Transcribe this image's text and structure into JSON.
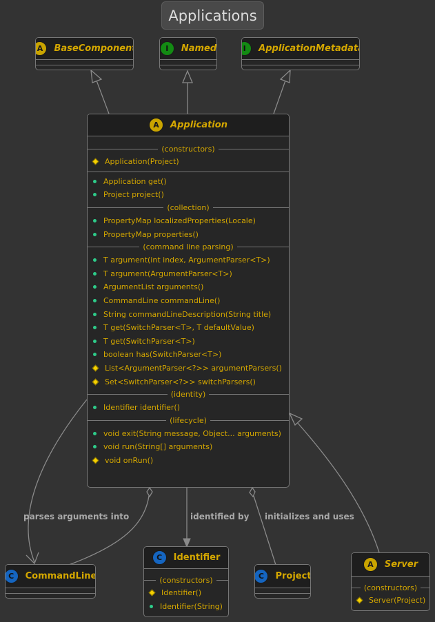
{
  "title": "Applications",
  "colors": {
    "background": "#333333",
    "text": "#d4a700",
    "badge_abstract": "#c9a400",
    "badge_interface": "#138a13",
    "badge_class": "#1565c0",
    "public_member": "#2ecc8a",
    "protected_member": "#f5d000"
  },
  "parents": [
    {
      "badge": "A",
      "name": "BaseComponent"
    },
    {
      "badge": "I",
      "name": "Named"
    },
    {
      "badge": "I",
      "name": "ApplicationMetadata"
    }
  ],
  "application": {
    "badge": "A",
    "name": "Application",
    "sections": [
      {
        "title": "(constructors)",
        "members": [
          {
            "vis": "protected",
            "text": "Application(Project)"
          }
        ]
      },
      {
        "title": "",
        "members": [
          {
            "vis": "public",
            "text": "Application get()"
          },
          {
            "vis": "public",
            "text": "Project project()"
          }
        ]
      },
      {
        "title": "(collection)",
        "members": [
          {
            "vis": "public",
            "text": "PropertyMap localizedProperties(Locale)"
          },
          {
            "vis": "public",
            "text": "PropertyMap properties()"
          }
        ]
      },
      {
        "title": "(command line parsing)",
        "members": [
          {
            "vis": "public",
            "text": "T argument(int index, ArgumentParser<T>)"
          },
          {
            "vis": "public",
            "text": "T argument(ArgumentParser<T>)"
          },
          {
            "vis": "public",
            "text": "ArgumentList arguments()"
          },
          {
            "vis": "public",
            "text": "CommandLine commandLine()"
          },
          {
            "vis": "public",
            "text": "String commandLineDescription(String title)"
          },
          {
            "vis": "public",
            "text": "T get(SwitchParser<T>, T defaultValue)"
          },
          {
            "vis": "public",
            "text": "T get(SwitchParser<T>)"
          },
          {
            "vis": "public",
            "text": "boolean has(SwitchParser<T>)"
          },
          {
            "vis": "protected",
            "text": "List<ArgumentParser<?>> argumentParsers()"
          },
          {
            "vis": "protected",
            "text": "Set<SwitchParser<?>> switchParsers()"
          }
        ]
      },
      {
        "title": "(identity)",
        "members": [
          {
            "vis": "public",
            "text": "Identifier identifier()"
          }
        ]
      },
      {
        "title": "(lifecycle)",
        "members": [
          {
            "vis": "public",
            "text": "void exit(String message, Object... arguments)"
          },
          {
            "vis": "public",
            "text": "void run(String[] arguments)"
          },
          {
            "vis": "protected",
            "text": "void onRun()"
          }
        ]
      }
    ]
  },
  "children": {
    "commandline": {
      "badge": "C",
      "name": "CommandLine"
    },
    "identifier": {
      "badge": "C",
      "name": "Identifier",
      "section_title": "(constructors)",
      "members": [
        {
          "vis": "protected",
          "text": "Identifier()"
        },
        {
          "vis": "public",
          "text": "Identifier(String)"
        }
      ]
    },
    "project": {
      "badge": "C",
      "name": "Project"
    },
    "server": {
      "badge": "A",
      "name": "Server",
      "section_title": "(constructors)",
      "members": [
        {
          "vis": "protected",
          "text": "Server(Project)"
        }
      ]
    }
  },
  "edge_labels": {
    "parses": "parses arguments into",
    "identified": "identified by",
    "initializes": "initializes and uses"
  }
}
